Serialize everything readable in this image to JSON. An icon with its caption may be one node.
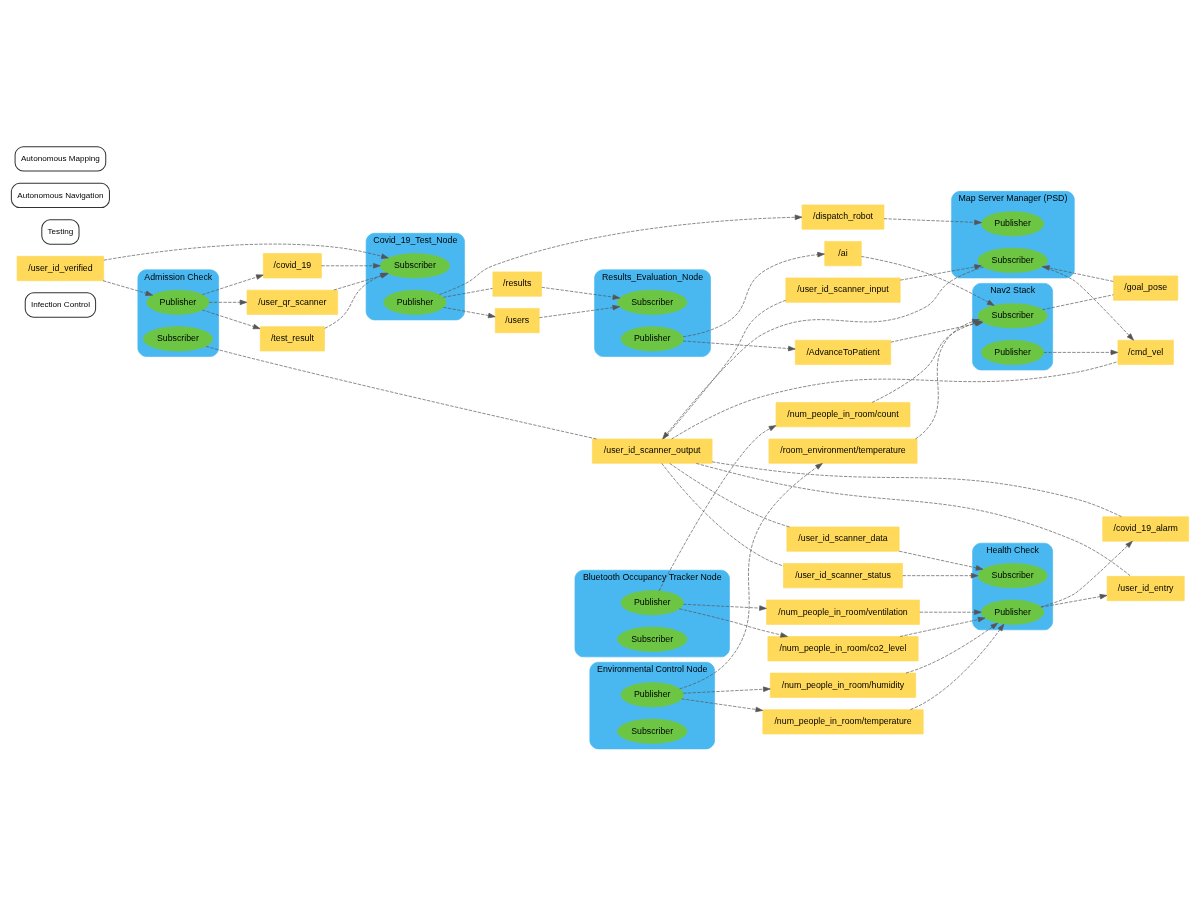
{
  "diagram": {
    "nodes": [
      {
        "text": [
          "Infection Control"
        ]
      },
      {
        "text": [
          "/covid_19_alarm"
        ]
      },
      {
        "text": [
          "/user_id_scanner_status"
        ]
      },
      {
        "text": [
          "/user_id_scanner_data"
        ]
      },
      {
        "text": [
          "/user_id_entry"
        ]
      },
      {
        "text": [
          "Health Check"
        ]
      },
      {
        "text": [
          "Subscriber"
        ],
        "in": 5
      },
      {
        "text": [
          "Publisher"
        ],
        "in": 5
      },
      {
        "text": [
          "/num_people_in_room/temperature"
        ]
      },
      {
        "text": [
          "/num_people_in_room/humidity"
        ]
      },
      {
        "text": [
          "/num_people_in_room/co2_level"
        ]
      },
      {
        "text": [
          "/num_people_in_room/ventilation"
        ]
      },
      {
        "text": [
          "Environmental Control Node"
        ]
      },
      {
        "text": [
          "Publisher"
        ],
        "in": 12
      },
      {
        "text": [
          "Subscriber"
        ],
        "in": 12
      },
      {
        "text": [
          "Bluetooth Occupancy Tracker Node"
        ]
      },
      {
        "text": [
          "Publisher"
        ],
        "in": 15
      },
      {
        "text": [
          "Subscriber"
        ],
        "in": 15
      },
      {
        "text": [
          "Testing"
        ]
      },
      {
        "text": [
          "Admission Check"
        ]
      },
      {
        "text": [
          "Publisher"
        ],
        "in": 19
      },
      {
        "text": [
          "Subscriber"
        ],
        "in": 19
      },
      {
        "text": [
          "/covid_19"
        ]
      },
      {
        "text": [
          "/user_qr_scanner"
        ]
      },
      {
        "text": [
          "/user_id_verified"
        ]
      },
      {
        "text": [
          "/test_result"
        ]
      },
      {
        "text": [
          "Covid_19_Test_Node"
        ]
      },
      {
        "text": [
          "Subscriber"
        ],
        "in": 26
      },
      {
        "text": [
          "Publisher"
        ],
        "in": 26
      },
      {
        "text": [
          "/users"
        ]
      },
      {
        "text": [
          "/results"
        ]
      },
      {
        "text": [
          "Results_Evaluation_Node"
        ]
      },
      {
        "text": [
          "Subscriber"
        ],
        "in": 31
      },
      {
        "text": [
          "Publisher"
        ],
        "in": 31
      },
      {
        "text": [
          "/ai"
        ]
      },
      {
        "text": [
          "/AdvanceToPatient"
        ]
      },
      {
        "text": [
          "Autonomous Navigation"
        ]
      },
      {
        "text": [
          "Nav2 Stack"
        ]
      },
      {
        "text": [
          "Subscriber"
        ],
        "in": 37
      },
      {
        "text": [
          "Publisher"
        ],
        "in": 37
      },
      {
        "text": [
          "/cmd_vel"
        ]
      },
      {
        "text": [
          "/goal_pose"
        ]
      },
      {
        "text": [
          "/num_people_in_room/count"
        ]
      },
      {
        "text": [
          "/room_environment/temperature"
        ]
      },
      {
        "text": [
          "/dispatch_robot"
        ]
      },
      {
        "text": [
          "/user_id_scanner_input"
        ]
      },
      {
        "text": [
          "/user_id_scanner_output"
        ]
      },
      {
        "text": [
          "Autonomous Mapping"
        ]
      },
      {
        "text": [
          "Map Server Manager (PSD)"
        ]
      },
      {
        "text": [
          "Subscriber"
        ],
        "in": 48
      },
      {
        "text": [
          "Publisher"
        ],
        "in": 48
      }
    ],
    "edges": [
      {
        "from": 7,
        "to": 1,
        "arrow": "to"
      },
      {
        "from": 2,
        "to": 6,
        "arrow": "to"
      },
      {
        "from": 3,
        "to": 6,
        "arrow": "to"
      },
      {
        "from": 7,
        "to": 4,
        "arrow": "to"
      },
      {
        "from": 8,
        "to": 7,
        "arrow": "to"
      },
      {
        "from": 9,
        "to": 7,
        "arrow": "to"
      },
      {
        "from": 10,
        "to": 7,
        "arrow": "to"
      },
      {
        "from": 11,
        "to": 7,
        "arrow": "to"
      },
      {
        "from": 13,
        "to": 8,
        "arrow": "to"
      },
      {
        "from": 13,
        "to": 9,
        "arrow": "to"
      },
      {
        "from": 16,
        "to": 10,
        "arrow": "to"
      },
      {
        "from": 16,
        "to": 11,
        "arrow": "to"
      },
      {
        "from": 13,
        "to": 43,
        "arrow": "to"
      },
      {
        "from": 16,
        "to": 42,
        "arrow": "to"
      },
      {
        "from": 20,
        "to": 22,
        "arrow": "to"
      },
      {
        "from": 20,
        "to": 23,
        "arrow": "to"
      },
      {
        "from": 24,
        "to": 20,
        "arrow": "to"
      },
      {
        "from": 20,
        "to": 25,
        "arrow": "to"
      },
      {
        "from": 22,
        "to": 27,
        "arrow": "to"
      },
      {
        "from": 23,
        "to": 27,
        "arrow": "to"
      },
      {
        "from": 24,
        "to": 27,
        "arrow": "to"
      },
      {
        "from": 25,
        "to": 27,
        "arrow": "to"
      },
      {
        "from": 28,
        "to": 29,
        "arrow": "to"
      },
      {
        "from": 28,
        "to": 30,
        "arrow": "none"
      },
      {
        "from": 29,
        "to": 32,
        "arrow": "to"
      },
      {
        "from": 30,
        "to": 32,
        "arrow": "to"
      },
      {
        "from": 33,
        "to": 34,
        "arrow": "to"
      },
      {
        "from": 33,
        "to": 35,
        "arrow": "to"
      },
      {
        "from": 28,
        "to": 44,
        "arrow": "to"
      },
      {
        "from": 42,
        "to": 38,
        "arrow": "to"
      },
      {
        "from": 43,
        "to": 38,
        "arrow": "to"
      },
      {
        "from": 35,
        "to": 38,
        "arrow": "to"
      },
      {
        "from": 34,
        "to": 38,
        "arrow": "to"
      },
      {
        "from": 38,
        "to": 41,
        "arrow": "none"
      },
      {
        "from": 41,
        "to": 49,
        "arrow": "to"
      },
      {
        "from": 39,
        "to": 40,
        "arrow": "to"
      },
      {
        "from": 49,
        "to": 40,
        "arrow": "to"
      },
      {
        "from": 49,
        "to": 46,
        "arrow": "to"
      },
      {
        "from": 45,
        "to": 49,
        "arrow": "to"
      },
      {
        "from": 44,
        "to": 50,
        "arrow": "to"
      },
      {
        "from": 46,
        "to": 1,
        "arrow": "none"
      },
      {
        "from": 46,
        "to": 2,
        "arrow": "none"
      },
      {
        "from": 46,
        "to": 3,
        "arrow": "none"
      },
      {
        "from": 46,
        "to": 4,
        "arrow": "none"
      },
      {
        "from": 46,
        "to": 21,
        "arrow": "none"
      },
      {
        "from": 46,
        "to": 40,
        "arrow": "none"
      },
      {
        "from": 46,
        "to": 45,
        "arrow": "none"
      }
    ]
  }
}
